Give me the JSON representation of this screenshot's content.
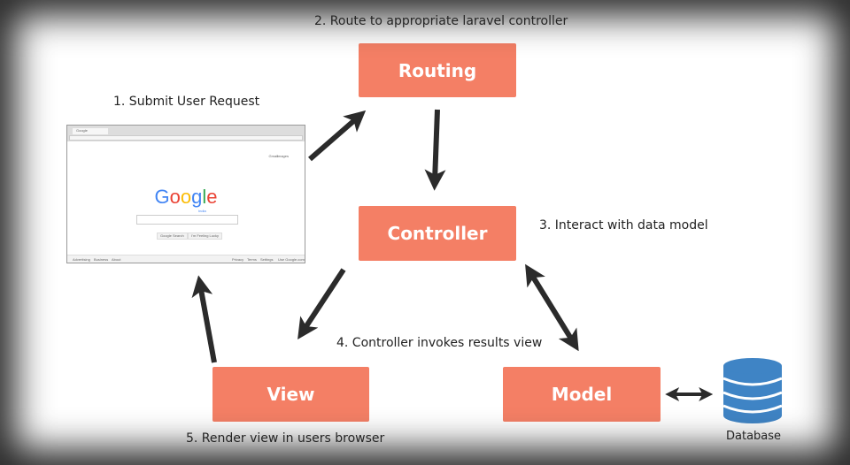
{
  "nodes": {
    "routing": "Routing",
    "controller": "Controller",
    "view": "View",
    "model": "Model",
    "database": "Database"
  },
  "steps": {
    "s1": "1. Submit User Request",
    "s2": "2. Route to appropriate laravel controller",
    "s3": "3. Interact with data model",
    "s4": "4. Controller invokes results view",
    "s5": "5. Render view in users browser"
  },
  "browser": {
    "tab": "Google",
    "logo": "Google",
    "region": "India",
    "top_links": [
      "Gmail",
      "Images"
    ],
    "buttons": [
      "Google Search",
      "I'm Feeling Lucky"
    ],
    "footer_left": [
      "Advertising",
      "Business",
      "About"
    ],
    "footer_right": [
      "Privacy",
      "Terms",
      "Settings",
      "Use Google.com"
    ]
  },
  "colors": {
    "box": "#f47f65",
    "database": "#3f84c5",
    "arrow": "#2b2b2b"
  }
}
